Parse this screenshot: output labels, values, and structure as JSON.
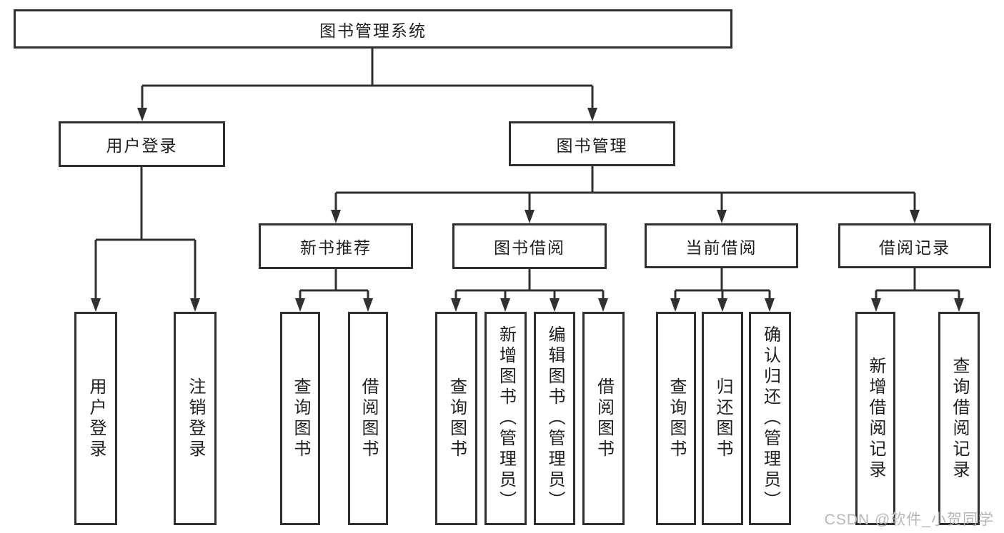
{
  "diagram": {
    "root": {
      "label": "图书管理系统"
    },
    "level2": [
      {
        "label": "用户登录"
      },
      {
        "label": "图书管理"
      }
    ],
    "level3": [
      {
        "label": "新书推荐"
      },
      {
        "label": "图书借阅"
      },
      {
        "label": "当前借阅"
      },
      {
        "label": "借阅记录"
      }
    ],
    "leaves": {
      "user_login": [
        "用户登录",
        "注销登录"
      ],
      "new_books": [
        "查询图书",
        "借阅图书"
      ],
      "book_borrow": [
        "查询图书",
        "新增图书（管理员）",
        "编辑图书（管理员）",
        "借阅图书"
      ],
      "current_borrow": [
        "查询图书",
        "归还图书",
        "确认归还（管理员）"
      ],
      "borrow_records": [
        "新增借阅记录",
        "查询借阅记录"
      ]
    }
  },
  "watermark": "CSDN @软件_小贺同学",
  "colors": {
    "line": "#303030",
    "text": "#1f1f1f",
    "watermark_text": "#b7b7b7",
    "background": "#ffffff"
  }
}
